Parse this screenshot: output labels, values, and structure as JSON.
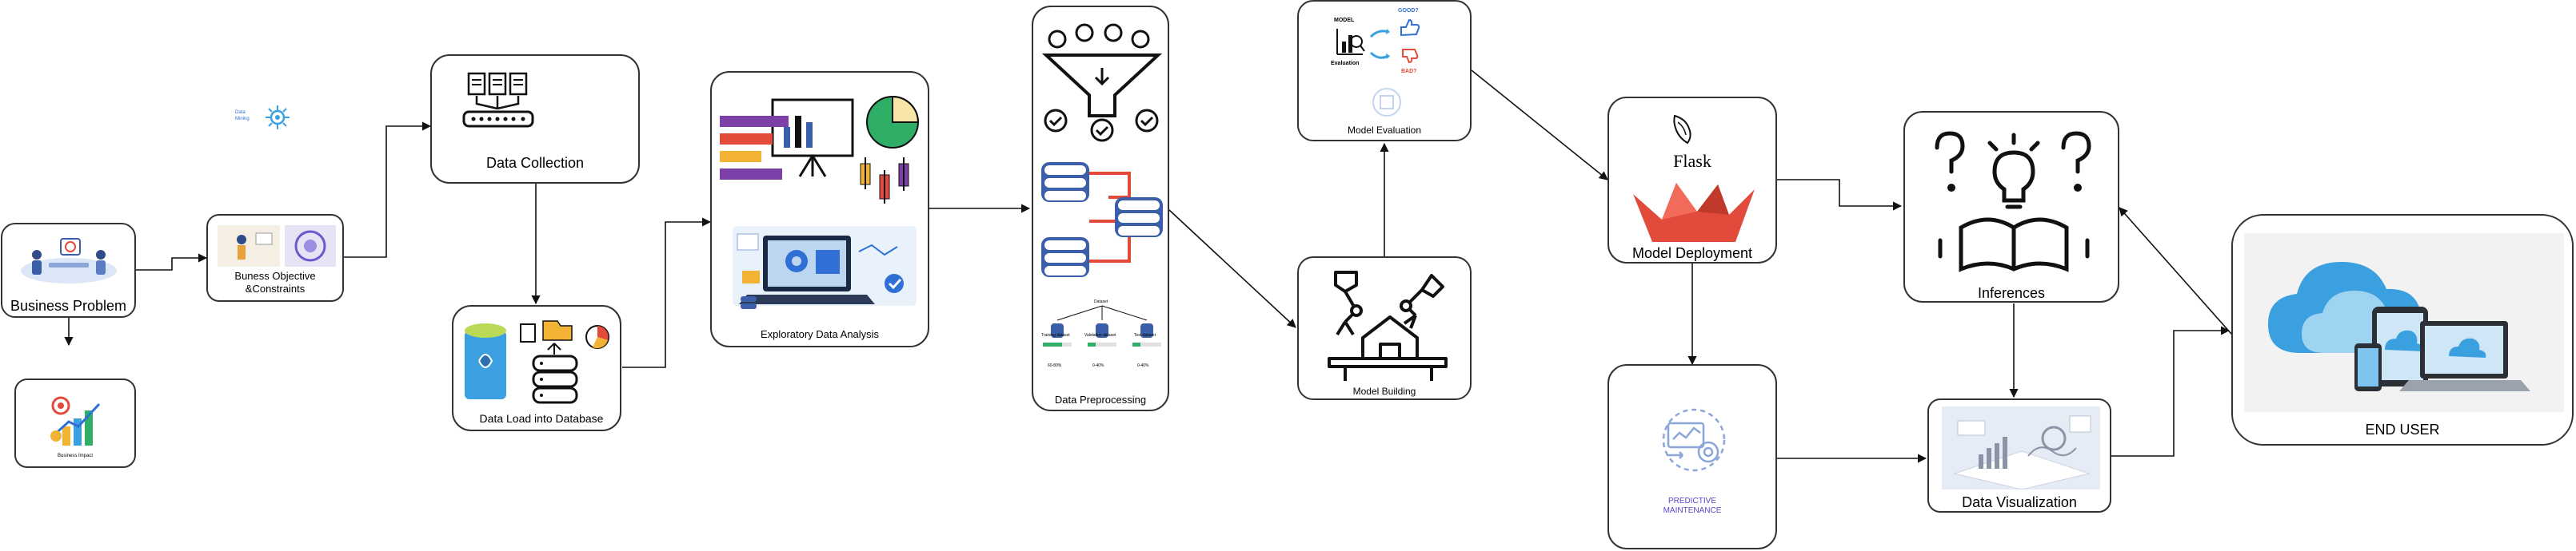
{
  "nodes": {
    "business_problem": "Business Problem",
    "business_objective": "Buness Objective\n&Constraints",
    "business_objective_line1": "Buness Objective",
    "business_objective_line2": "&Constraints",
    "business_impact_tiny": "Business Impact",
    "data_mining_tiny_1": "Data",
    "data_mining_tiny_2": "Mining",
    "data_collection": "Data Collection",
    "data_load": "Data Load into Database",
    "eda": "Exploratory Data Analysis",
    "data_preprocessing": "Data Preprocessing",
    "model_evaluation": "Model Evaluation",
    "model_eval_art": {
      "model": "MODEL",
      "evaluation": "Evaluation",
      "good": "GOOD?",
      "bad": "BAD?"
    },
    "model_building": "Model Building",
    "flask": "Flask",
    "model_deployment": "Model Deployment",
    "inferences": "Inferences",
    "predictive_maintenance_1": "PREDICTIVE",
    "predictive_maintenance_2": "MAINTENANCE",
    "data_visualization": "Data Visualization",
    "end_user": "END USER",
    "split": {
      "dataset": "Dataset",
      "training": "Training dataset",
      "validation": "Validation dataset",
      "test": "Test dataset",
      "p1": "60-80%",
      "p2": "0-40%",
      "p3": "0-40%"
    }
  },
  "colors": {
    "border": "#333333",
    "accent_blue": "#2f6fd6",
    "accent_red": "#e24b3b",
    "flask_red": "#e24b3b",
    "cloud_blue": "#3aa0e0"
  }
}
